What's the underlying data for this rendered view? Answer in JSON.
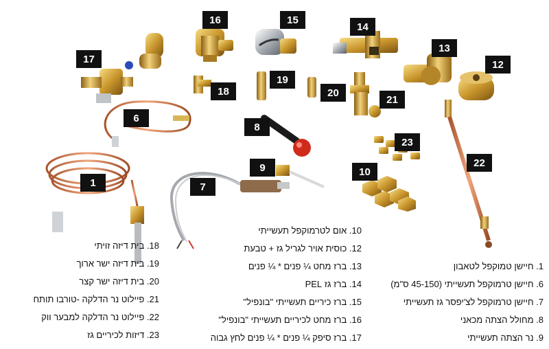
{
  "callouts": [
    "1",
    "6",
    "7",
    "8",
    "9",
    "10",
    "12",
    "13",
    "14",
    "15",
    "16",
    "17",
    "18",
    "19",
    "20",
    "21",
    "22",
    "23"
  ],
  "legend_right": [
    {
      "num": "1.",
      "text": "חיישן טמוקפל לטאבון"
    },
    {
      "num": "6.",
      "text": "חיישן טרמוקפל תעשייתי (45-150 ס\"מ)"
    },
    {
      "num": "7.",
      "text": "חיישן טרמוקפל לצ'יפסר גז תעשייתי"
    },
    {
      "num": "8.",
      "text": "מחולל הצתה מכאני"
    },
    {
      "num": "9.",
      "text": "נר הצתה תעשייתי"
    }
  ],
  "legend_middle": [
    {
      "num": "10.",
      "text": "אום לטרמוקפל תעשייתי"
    },
    {
      "num": "12.",
      "text": "כוסית אויר לגריל גז + טבעת"
    },
    {
      "num": "13.",
      "text": "ברז מחט ¼ פנים * ¼ פנים"
    },
    {
      "num": "14.",
      "text": "ברז גז PEL"
    },
    {
      "num": "15.",
      "text": "ברז כיריים תעשייתי \"בונפיל\""
    },
    {
      "num": "16.",
      "text": "ברז מחט לכיריים תעשייתי \"בונפיל\""
    },
    {
      "num": "17.",
      "text": "ברז סיפק ¼ פנים * ¼ פנים לחץ גבוה"
    }
  ],
  "legend_left": [
    {
      "num": "18.",
      "text": "בית דיזה זויתי"
    },
    {
      "num": "19.",
      "text": "בית דיזה ישר ארוך"
    },
    {
      "num": "20.",
      "text": "בית דיזה ישר קצר"
    },
    {
      "num": "21.",
      "text": "פיילוט נר הדלקה -טורבו תותח"
    },
    {
      "num": "22.",
      "text": "פיילוט נר הדלקה למבער ווק"
    },
    {
      "num": "23.",
      "text": "דיזות לכיריים גז"
    }
  ]
}
